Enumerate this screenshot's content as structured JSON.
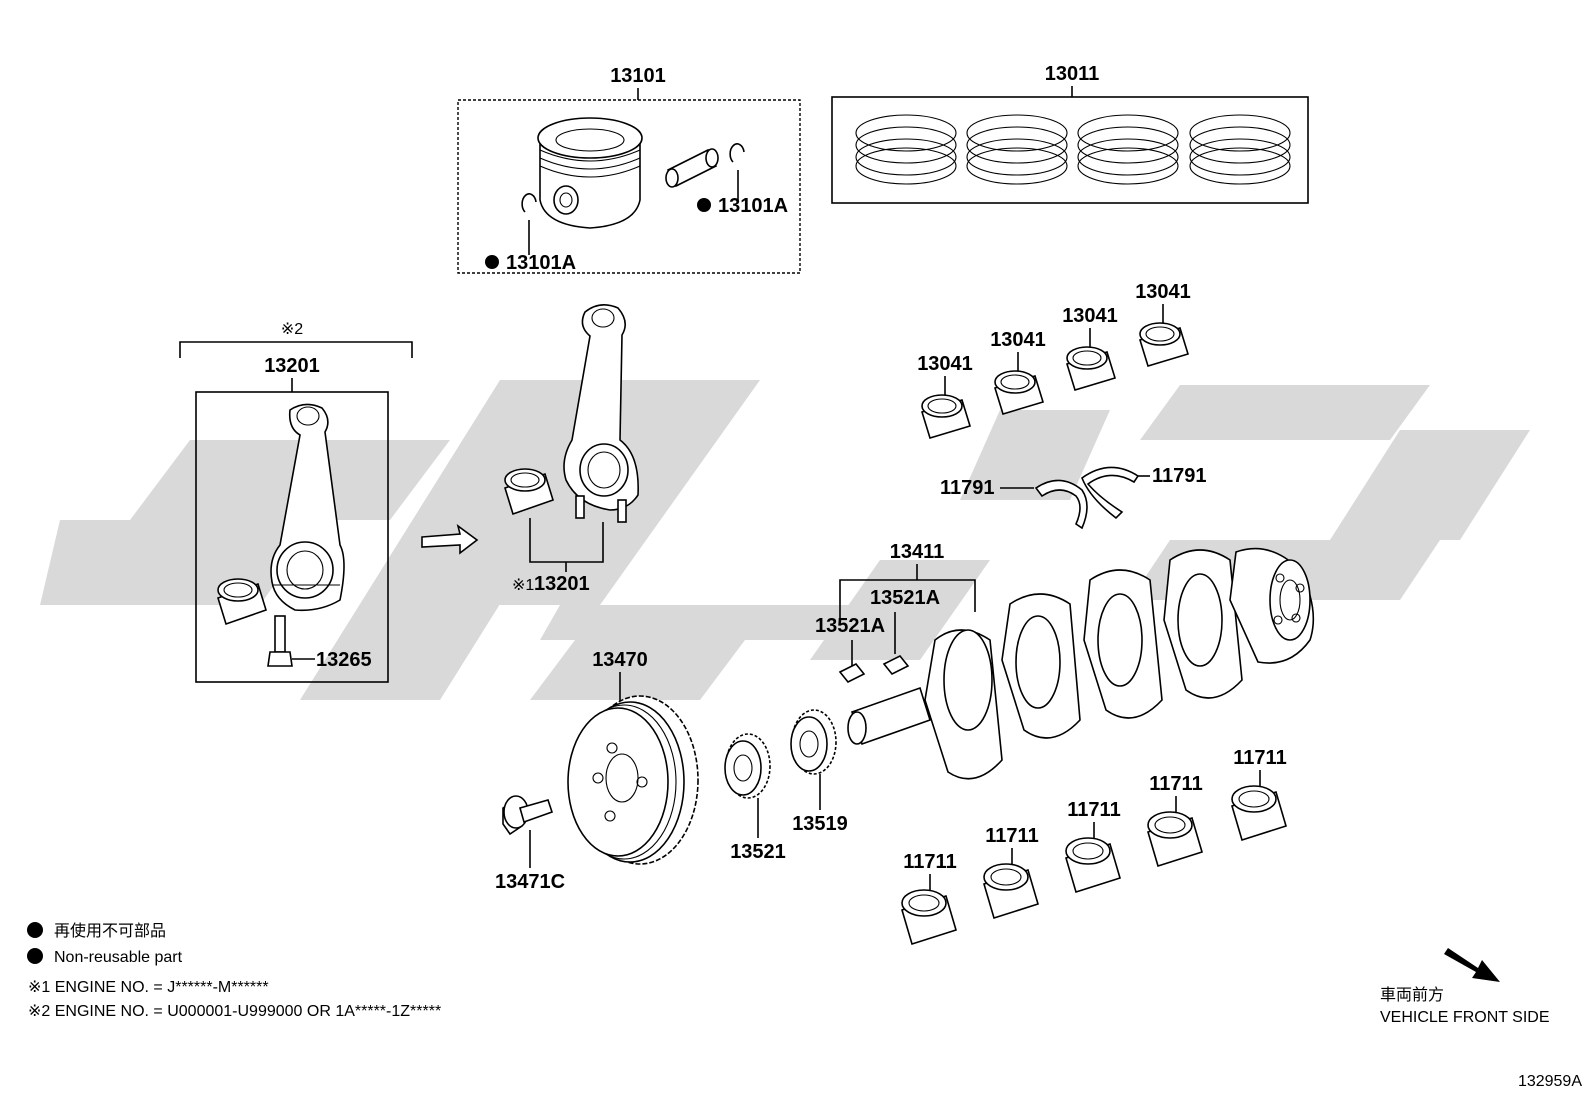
{
  "parts": {
    "p13101": "13101",
    "p13011": "13011",
    "p13101A_right": "13101A",
    "p13101A_left": "13101A",
    "p13201_group": "13201",
    "p13201_note": "※2",
    "p13201_ref": "13201",
    "p13201_ref_mark": "※1",
    "p13265": "13265",
    "p13041_a": "13041",
    "p13041_b": "13041",
    "p13041_c": "13041",
    "p13041_d": "13041",
    "p11791_left": "11791",
    "p11791_right": "11791",
    "p13411": "13411",
    "p13521A_a": "13521A",
    "p13521A_b": "13521A",
    "p13470": "13470",
    "p13521": "13521",
    "p13519": "13519",
    "p13471C": "13471C",
    "p11711_a": "11711",
    "p11711_b": "11711",
    "p11711_c": "11711",
    "p11711_d": "11711",
    "p11711_e": "11711"
  },
  "legend": {
    "jp": "再使用不可部品",
    "en": "Non-reusable part"
  },
  "notes": {
    "n1": "※1 ENGINE NO. = J******-M******",
    "n2": "※2 ENGINE NO. = U000001-U999000 OR 1A*****-1Z*****"
  },
  "direction": {
    "jp": "車両前方",
    "en": "VEHICLE FRONT SIDE"
  },
  "diagram_id": "132959A",
  "colors": {
    "watermark": "#d9d9d9",
    "ink": "#000000"
  }
}
